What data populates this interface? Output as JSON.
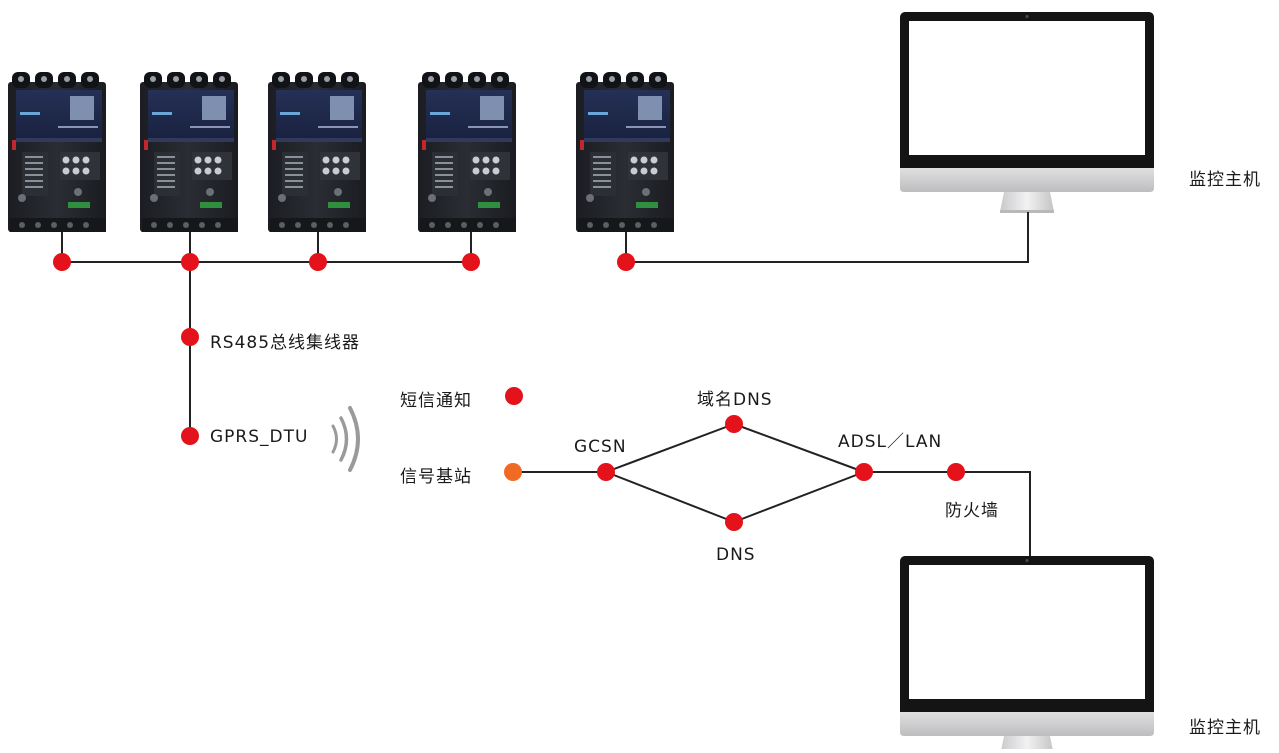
{
  "labels": {
    "monitor_host_top": "监控主机",
    "monitor_host_bottom": "监控主机",
    "rs485_hub": "RS485总线集线器",
    "gprs_dtu": "GPRS_DTU",
    "sms_notify": "短信通知",
    "base_station": "信号基站",
    "gcsn": "GCSN",
    "domain_dns": "域名DNS",
    "dns": "DNS",
    "adsl_lan": "ADSL／LAN",
    "firewall": "防火墙"
  },
  "colors": {
    "node_red": "#e3121b",
    "node_orange": "#f06a24",
    "line": "#222222"
  },
  "icons": {
    "device": "circuit-breaker-device",
    "monitor": "desktop-monitor",
    "signal": "wireless-signal"
  }
}
